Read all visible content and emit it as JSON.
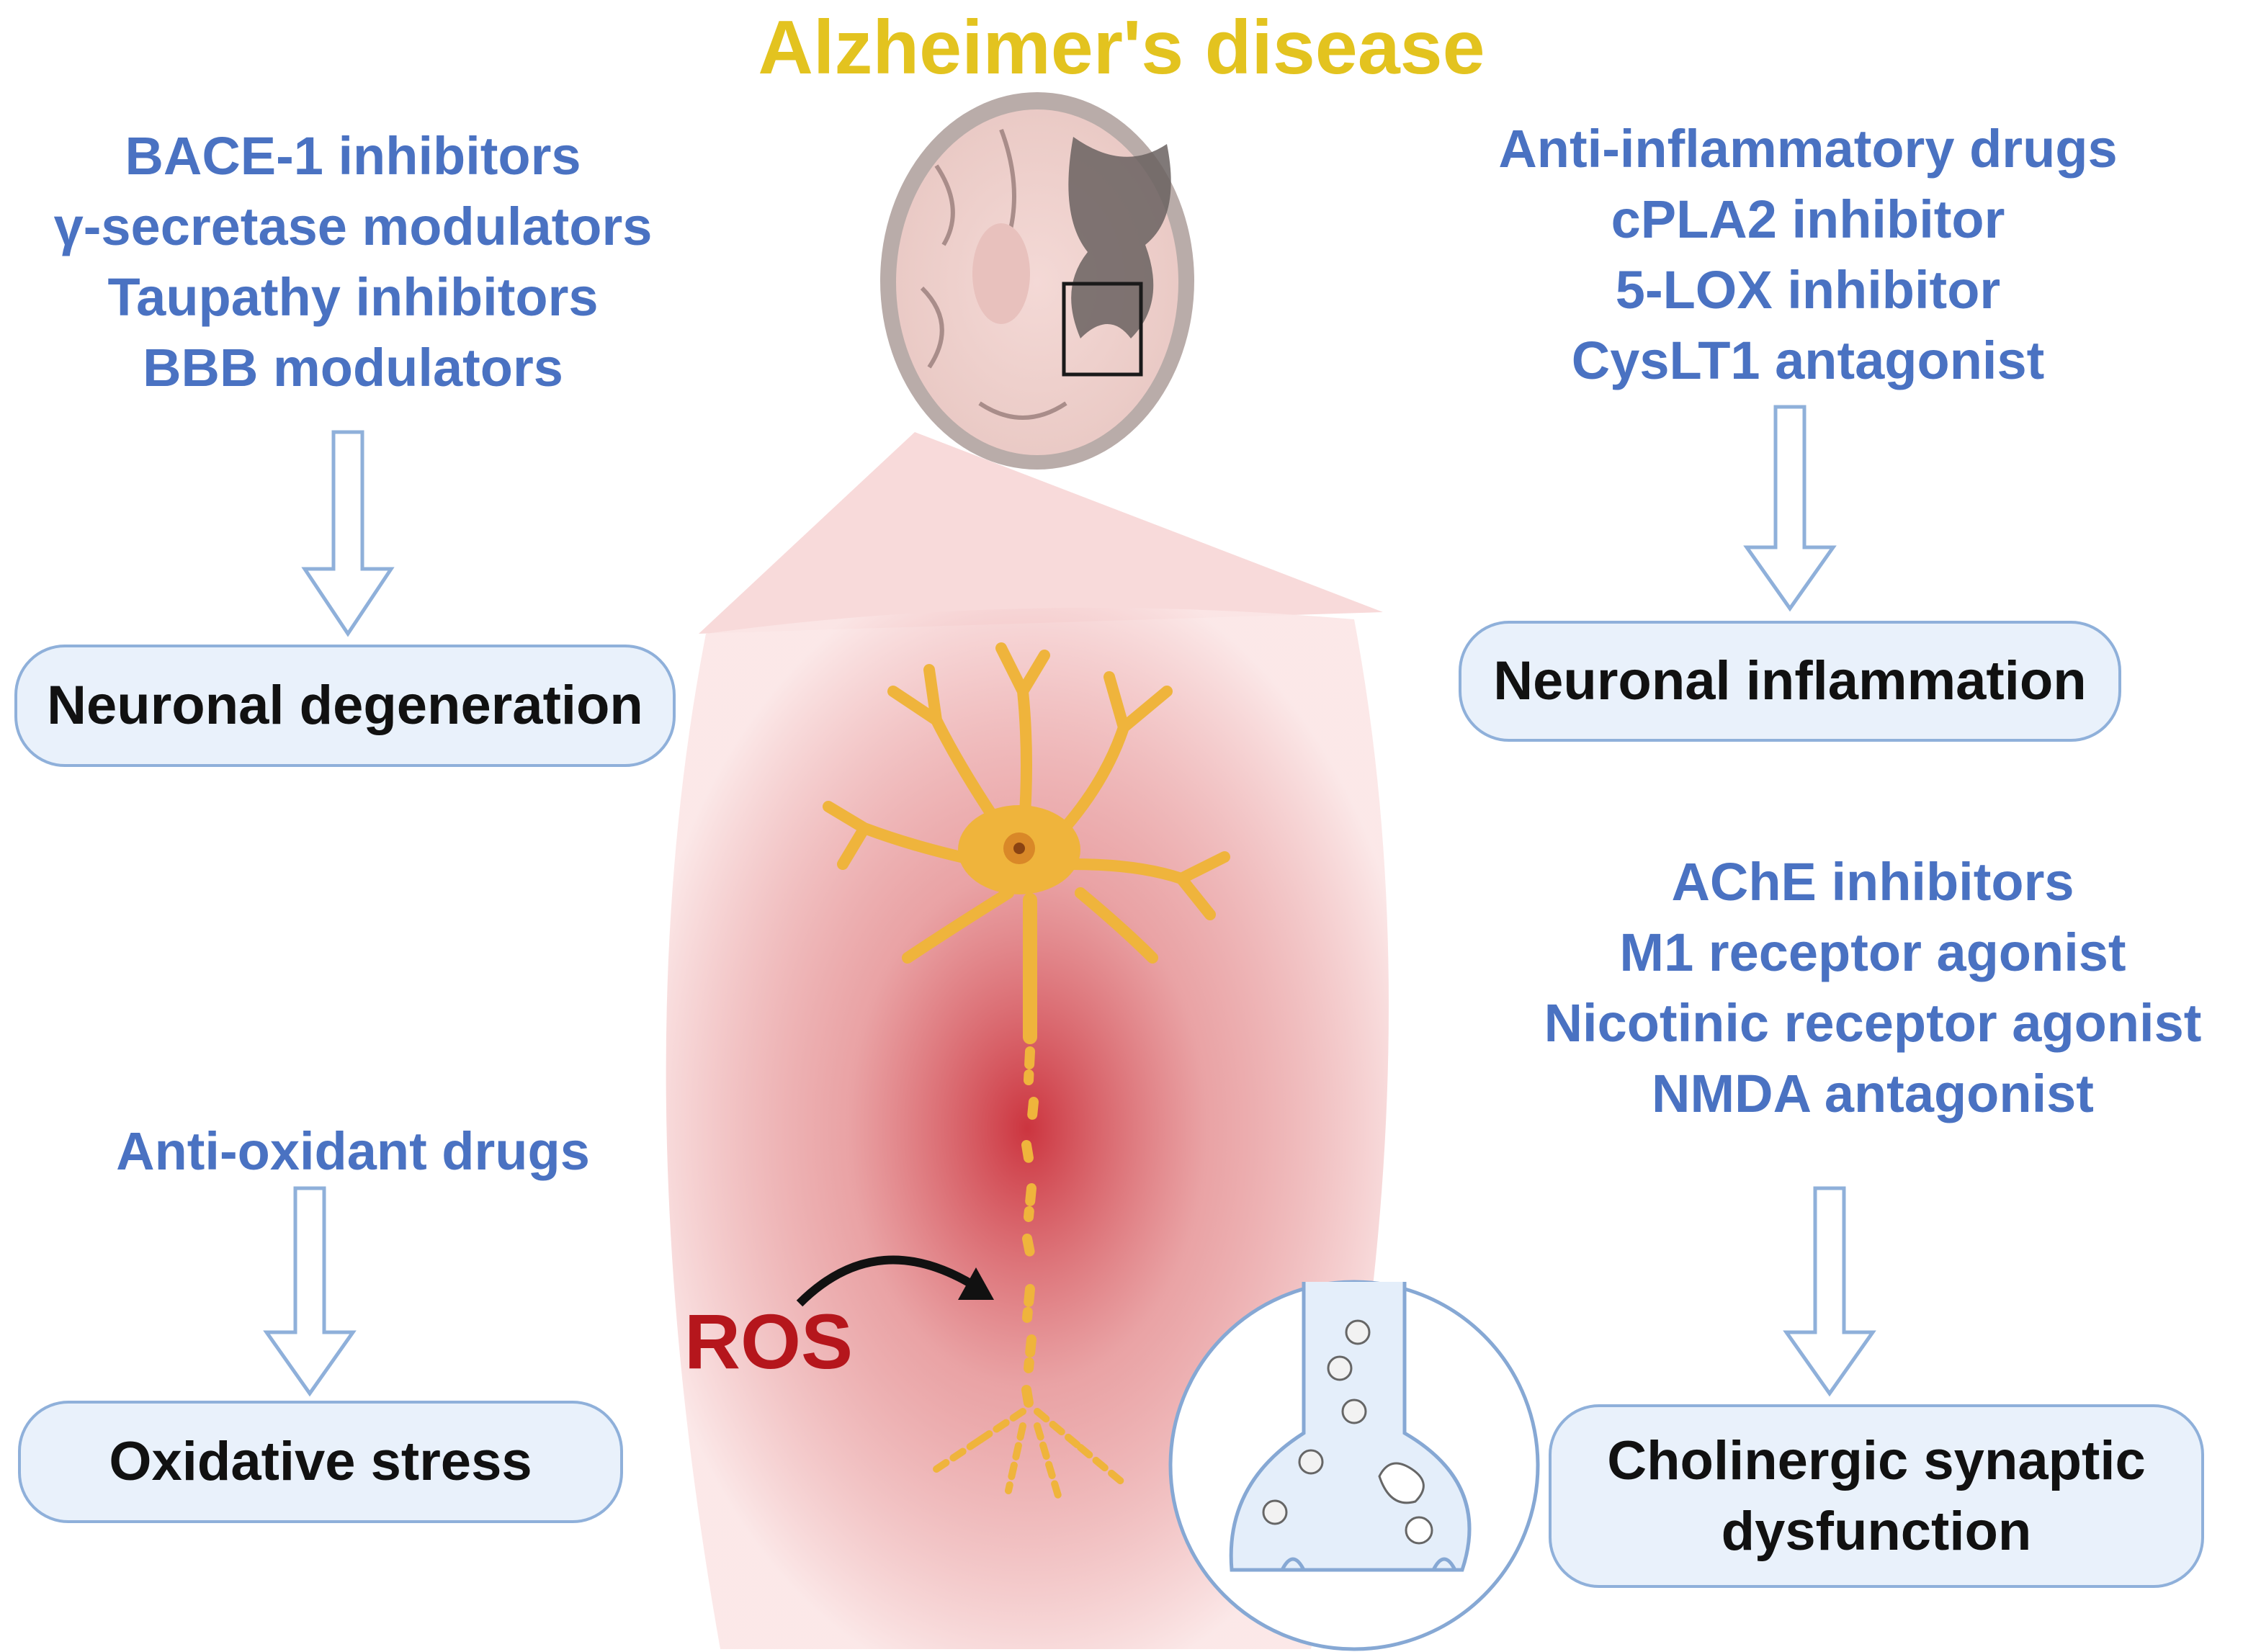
{
  "title": "Alzheimer's disease",
  "top_left": {
    "drugs": [
      "BACE-1 inhibitors",
      "γ-secretase modulators",
      "Taupathy inhibitors",
      "BBB modulators"
    ],
    "outcome": "Neuronal degeneration"
  },
  "top_right": {
    "drugs": [
      "Anti-inflammatory drugs",
      "cPLA2 inhibitor",
      "5-LOX inhibitor",
      "CysLT1 antagonist"
    ],
    "outcome": "Neuronal inflammation"
  },
  "bottom_left": {
    "drugs": [
      "Anti-oxidant drugs"
    ],
    "outcome": "Oxidative stress"
  },
  "bottom_right": {
    "drugs": [
      "AChE inhibitors",
      "M1 receptor agonist",
      "Nicotinic receptor agonist",
      "NMDA antagonist"
    ],
    "outcome_line1": "Cholinergic synaptic",
    "outcome_line2": "dysfunction"
  },
  "ros_label": "ROS",
  "colors": {
    "title": "#e3c31f",
    "drug_text": "#4a72c2",
    "box_fill": "#e9f1fb",
    "box_border": "#8fb0da",
    "ros": "#b5161c",
    "neuron": "#efb43c"
  }
}
